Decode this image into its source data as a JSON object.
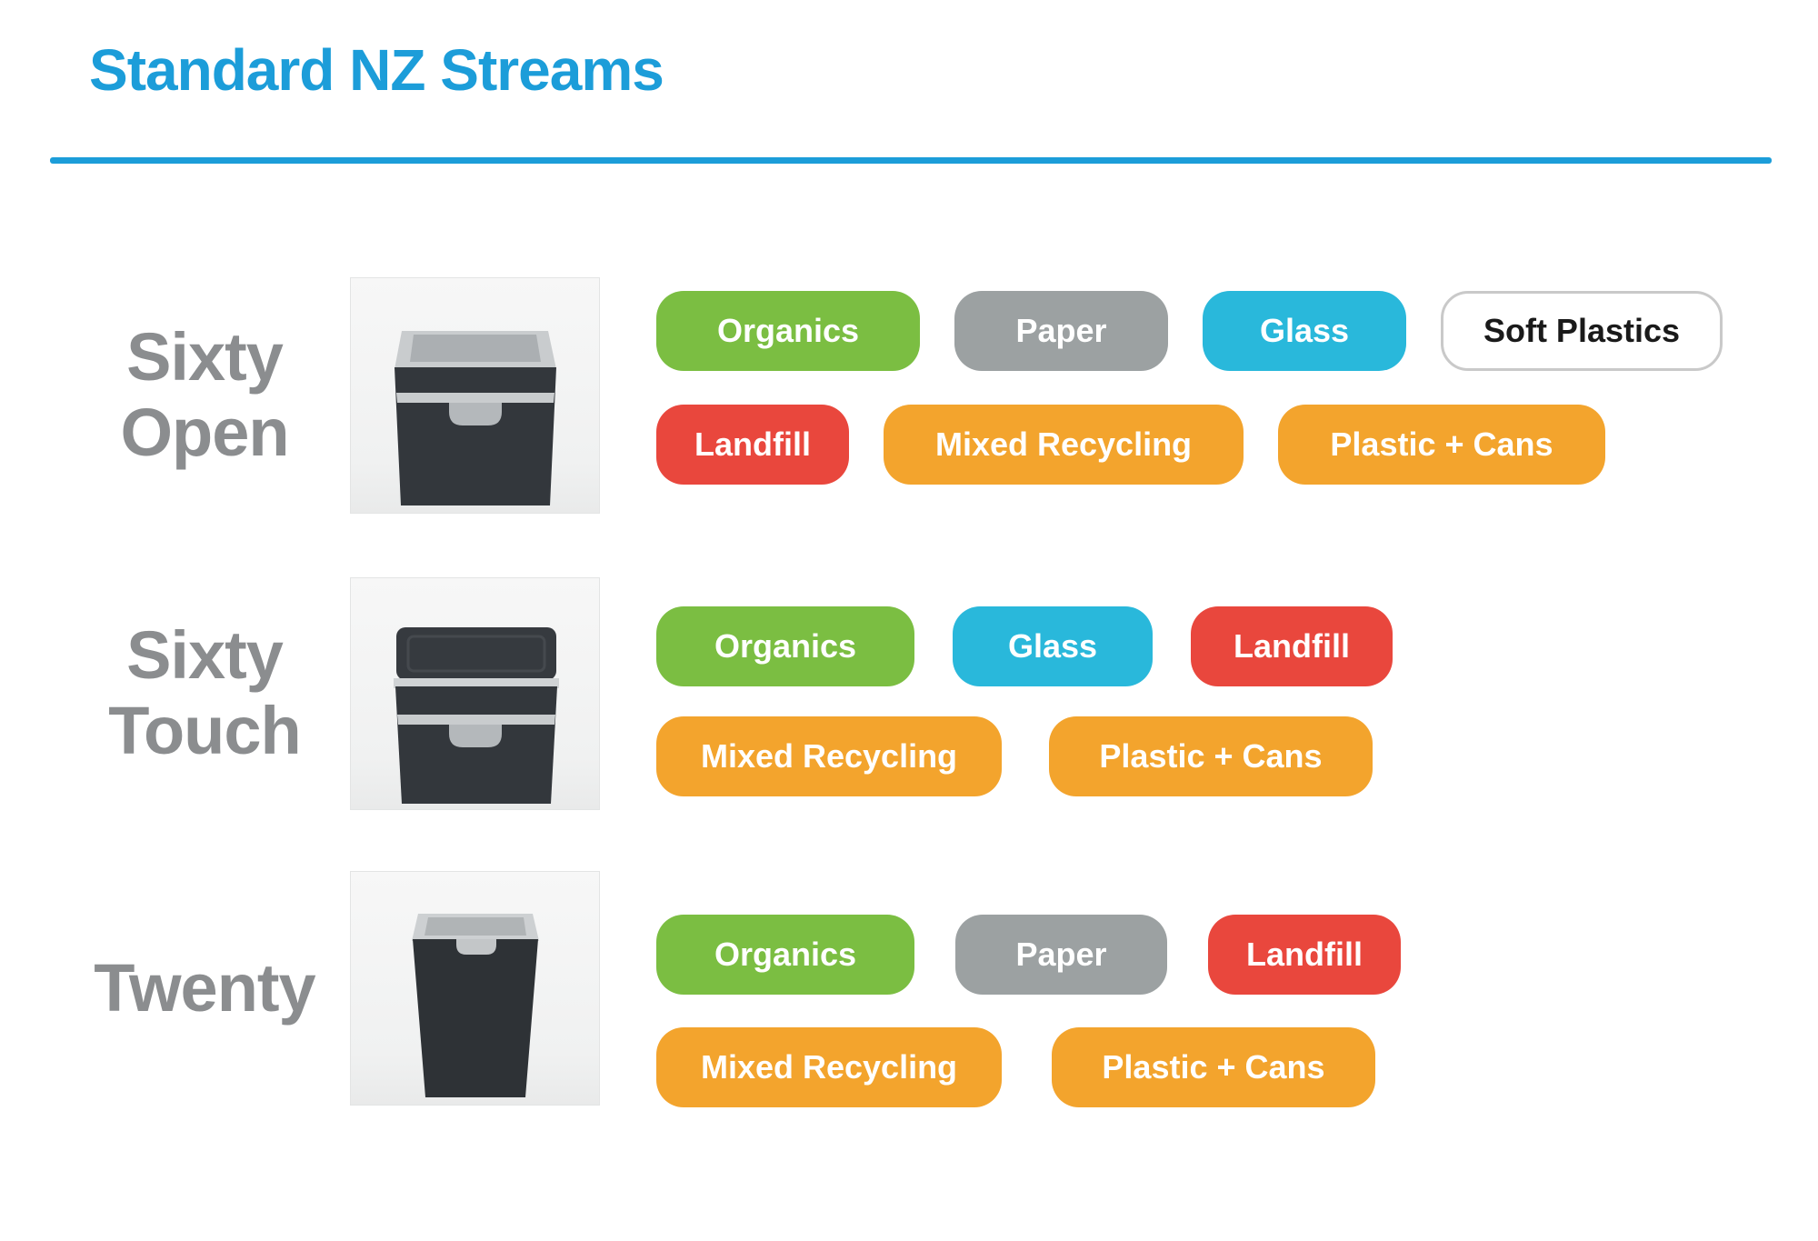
{
  "title": "Standard NZ Streams",
  "colors": {
    "accent": "#1C9DD9",
    "label_gray": "#8B8D8F",
    "organics": "#7BBE42",
    "paper": "#9CA1A2",
    "glass": "#29B8DB",
    "landfill": "#E9473D",
    "mixed_recycling": "#F3A42D",
    "plastic_cans": "#F3A42D",
    "soft_plastics_bg": "#FFFFFF",
    "soft_plastics_border": "#C9C9C9",
    "soft_plastics_text": "#1A1A1A"
  },
  "rows": [
    {
      "name": "Sixty Open",
      "label_line1": "Sixty",
      "label_line2": "Open",
      "bin_image": "sixty-open-bin",
      "streams": {
        "organics": "Organics",
        "paper": "Paper",
        "glass": "Glass",
        "soft_plastics": "Soft Plastics",
        "landfill": "Landfill",
        "mixed_recycling": "Mixed Recycling",
        "plastic_cans": "Plastic + Cans"
      }
    },
    {
      "name": "Sixty Touch",
      "label_line1": "Sixty",
      "label_line2": "Touch",
      "bin_image": "sixty-touch-bin",
      "streams": {
        "organics": "Organics",
        "glass": "Glass",
        "landfill": "Landfill",
        "mixed_recycling": "Mixed Recycling",
        "plastic_cans": "Plastic + Cans"
      }
    },
    {
      "name": "Twenty",
      "label_line1": "Twenty",
      "label_line2": "",
      "bin_image": "twenty-bin",
      "streams": {
        "organics": "Organics",
        "paper": "Paper",
        "landfill": "Landfill",
        "mixed_recycling": "Mixed Recycling",
        "plastic_cans": "Plastic + Cans"
      }
    }
  ]
}
